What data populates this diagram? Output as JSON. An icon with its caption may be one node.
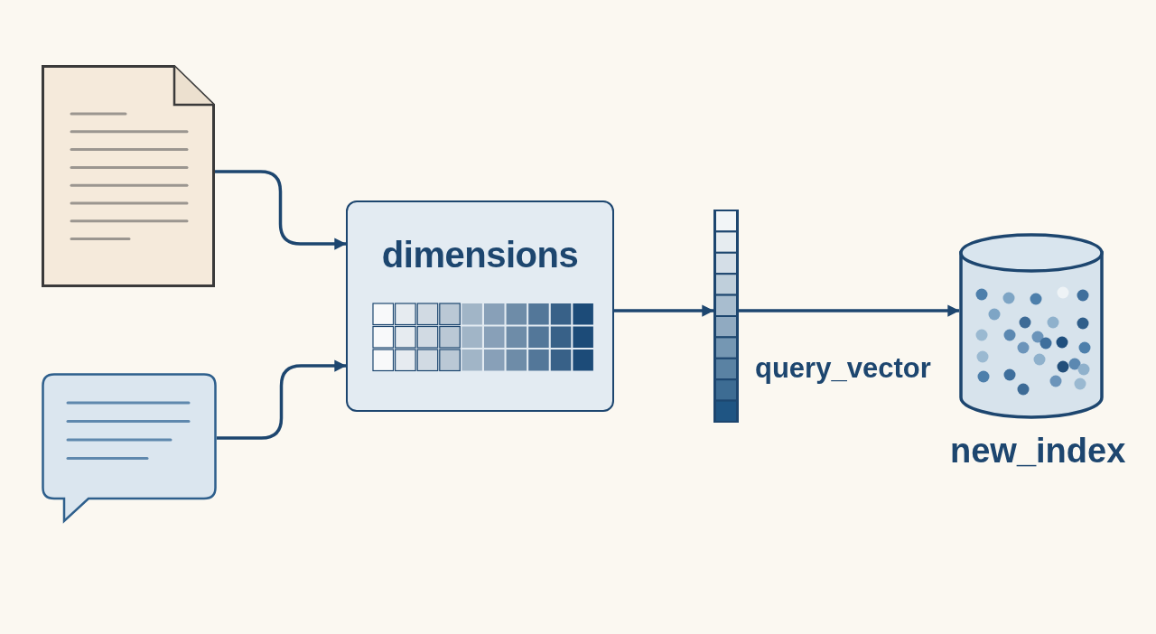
{
  "diagram": {
    "nodes": [
      {
        "text": [],
        "shape": "document"
      },
      {
        "text": [],
        "shape": "speech-bubble"
      },
      {
        "text": [
          "dimensions"
        ]
      },
      {
        "text": [],
        "shape": "bar",
        "beside": [
          "query_vector"
        ]
      },
      {
        "text": [],
        "shape": "cylinder",
        "beside": [
          "new_index"
        ]
      }
    ],
    "edges": [
      {
        "from": 0,
        "to": 2,
        "arrow": "to"
      },
      {
        "from": 1,
        "to": 2,
        "arrow": "to"
      },
      {
        "from": 2,
        "to": 3,
        "arrow": "to"
      },
      {
        "from": 3,
        "to": 4,
        "arrow": "to"
      }
    ]
  }
}
